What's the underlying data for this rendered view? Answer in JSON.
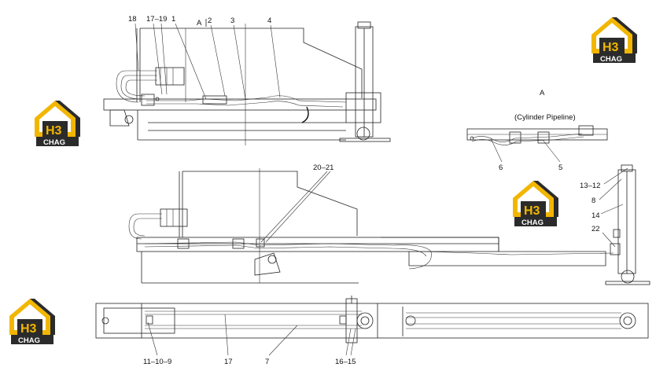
{
  "section_label": "A",
  "detail_title": "(Cylinder Pipeline)",
  "brand": {
    "mark": "H3",
    "name": "CHAG",
    "gold": "#f2b600",
    "dark": "#2b2b2b"
  },
  "callouts": {
    "c18": "18",
    "c17_19": "17–19",
    "c1": "1",
    "cA": "A",
    "c2": "2",
    "c3": "3",
    "c4": "4",
    "c6": "6",
    "c5": "5",
    "c20_21": "20–21",
    "c13_12": "13–12",
    "c8": "8",
    "c14": "14",
    "c22": "22",
    "c11_10_9": "11–10–9",
    "c17": "17",
    "c7": "7",
    "c16_15": "16–15"
  }
}
